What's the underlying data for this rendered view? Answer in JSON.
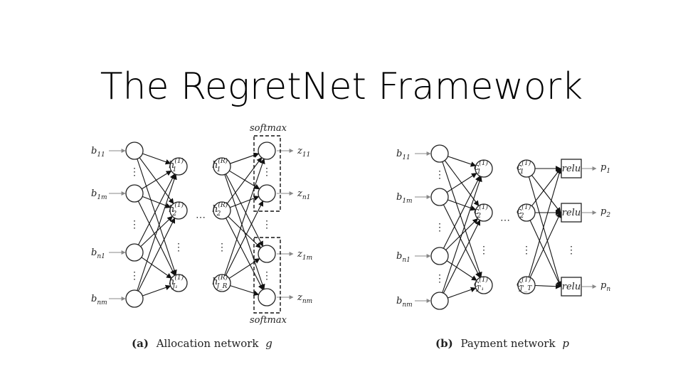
{
  "slide": {
    "title": "The RegretNet Framework"
  },
  "allocation": {
    "inputs": [
      {
        "base": "b",
        "sub": "11"
      },
      {
        "base": "b",
        "sub": "1m"
      },
      {
        "base": "b",
        "sub": "n1"
      },
      {
        "base": "b",
        "sub": "nm"
      }
    ],
    "hidden1": [
      {
        "base": "h",
        "sub": "1",
        "sup": "(1)"
      },
      {
        "base": "h",
        "sub": "2",
        "sup": "(1)"
      },
      {
        "base": "h",
        "sub": "J₁",
        "sup": "(1)"
      }
    ],
    "hiddenR": [
      {
        "base": "h",
        "sub": "1",
        "sup": "(R)"
      },
      {
        "base": "h",
        "sub": "2",
        "sup": "(R)"
      },
      {
        "base": "h",
        "sub": "J_R",
        "sup": "(R)"
      }
    ],
    "outputs": [
      {
        "base": "z",
        "sub": "11"
      },
      {
        "base": "z",
        "sub": "n1"
      },
      {
        "base": "z",
        "sub": "1m"
      },
      {
        "base": "z",
        "sub": "nm"
      }
    ],
    "softmax_top": "softmax",
    "softmax_bottom": "softmax",
    "ellipsis": "⋯",
    "caption_tag": "(a)",
    "caption_text": "Allocation network",
    "caption_var": "g"
  },
  "payment": {
    "inputs": [
      {
        "base": "b",
        "sub": "11"
      },
      {
        "base": "b",
        "sub": "1m"
      },
      {
        "base": "b",
        "sub": "n1"
      },
      {
        "base": "b",
        "sub": "nm"
      }
    ],
    "hidden1": [
      {
        "base": "c",
        "sub": "1",
        "sup": "(1)"
      },
      {
        "base": "c",
        "sub": "2",
        "sup": "(1)"
      },
      {
        "base": "c",
        "sub": "J'₁",
        "sup": "(1)"
      }
    ],
    "hiddenT": [
      {
        "base": "c",
        "sub": "1",
        "sup": "(T)"
      },
      {
        "base": "c",
        "sub": "2",
        "sup": "(T)"
      },
      {
        "base": "c",
        "sub": "J'_T",
        "sup": "(T)"
      }
    ],
    "relu_label": "relu",
    "outputs": [
      {
        "base": "p",
        "sub": "1"
      },
      {
        "base": "p",
        "sub": "2"
      },
      {
        "base": "p",
        "sub": "n"
      }
    ],
    "ellipsis": "⋯",
    "caption_tag": "(b)",
    "caption_text": "Payment network",
    "caption_var": "p"
  }
}
